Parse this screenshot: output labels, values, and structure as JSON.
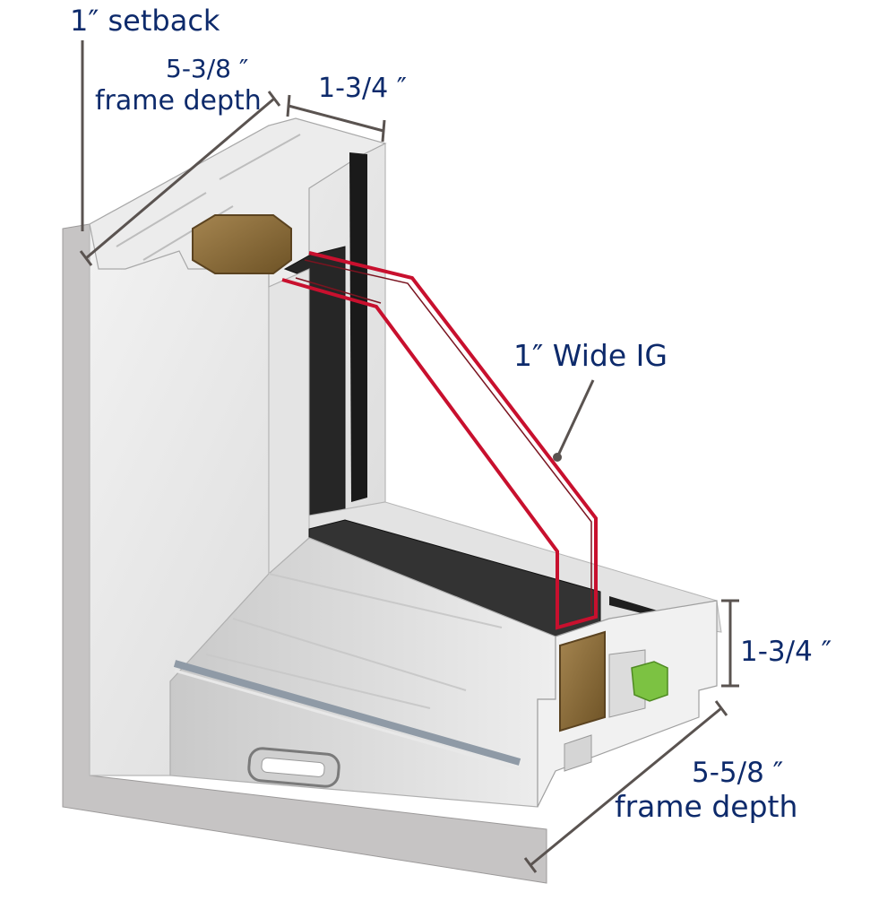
{
  "labels": {
    "setback": "1″ setback",
    "top_depth_value": "5-3/8 ″",
    "top_depth_caption": "frame depth",
    "top_width": "1-3/4 ″",
    "glass": "1″ Wide IG",
    "right_height": "1-3/4 ″",
    "bottom_depth_value": "5-5/8 ″",
    "bottom_depth_caption": "frame depth"
  },
  "colors": {
    "label_text": "#0d2a6b",
    "dimension_line": "#5a5350",
    "glass_outline": "#c8102e",
    "reinforcement": "#8a6a35",
    "weatherstrip": "#7cc242",
    "glazing_bead_dark": "#2b2b2b"
  }
}
